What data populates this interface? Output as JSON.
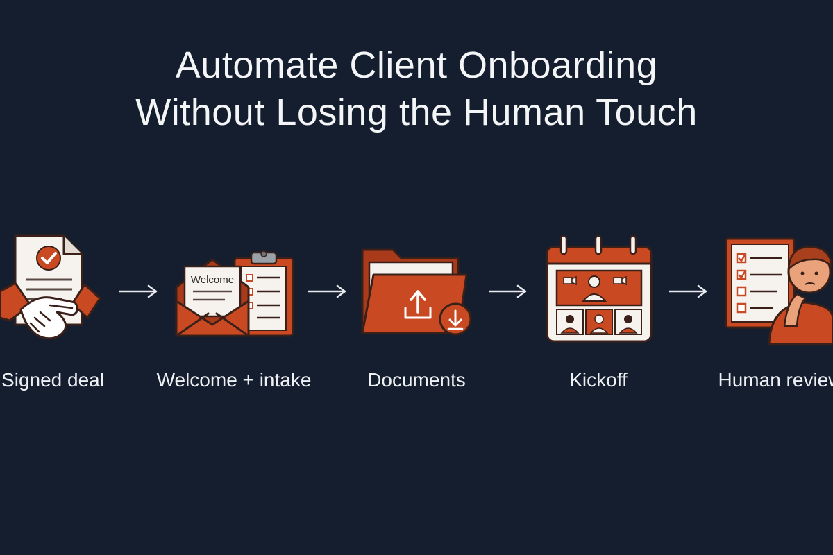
{
  "title": {
    "line1": "Automate Client Onboarding",
    "line2": "Without Losing the Human Touch"
  },
  "steps": [
    {
      "label": "Signed deal",
      "icon": "signed-contract-handshake-icon"
    },
    {
      "label": "Welcome + intake",
      "icon": "welcome-envelope-clipboard-icon",
      "badge": "Welcome"
    },
    {
      "label": "Documents",
      "icon": "document-folder-upload-icon"
    },
    {
      "label": "Kickoff",
      "icon": "calendar-video-call-icon"
    },
    {
      "label": "Human review",
      "icon": "checklist-reviewer-icon"
    }
  ],
  "colors": {
    "background": "#141e2e",
    "accent": "#c94a22",
    "accent_dark": "#8f2f14",
    "outline": "#3a2018",
    "paper": "#f6f3ef",
    "text": "#f2f4f7"
  }
}
